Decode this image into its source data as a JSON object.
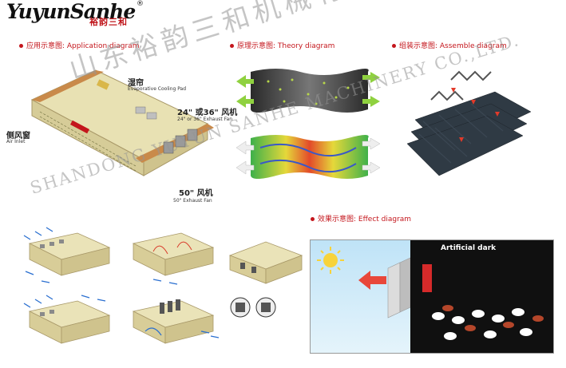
{
  "logo": {
    "brand": "YuyunSanhe",
    "registered": "®",
    "chinese": "裕韵三和"
  },
  "sections": {
    "application": "应用示意图: Application diagram",
    "theory": "原理示意图: Theory diagram",
    "assemble": "组装示意图: Assemble diagram",
    "effect": "效果示意图: Effect diagram"
  },
  "labels": {
    "pad_cn": "湿帘",
    "pad_en": "Evaporative Cooling Pad",
    "fan_cn": "24\" 或36\" 风机",
    "fan_en": "24\" or 36\" Exhaust Fan",
    "inlet_cn": "侧风窗",
    "inlet_en": "Air Inlet",
    "fan50_cn": "50\" 风机",
    "fan50_en": "50\" Exhaust Fan"
  },
  "watermark": {
    "cn": "山东裕韵三和机械有限公司",
    "en": "SHANDONG YUYUN SANHE MACHINERY CO.,LTD."
  },
  "effect": {
    "dark_label": "Artificial dark"
  },
  "colors": {
    "accent": "#c4161c",
    "pad_green": "#8fd13f",
    "house_wall": "#e9e3b8",
    "roof": "#c98a4a"
  }
}
